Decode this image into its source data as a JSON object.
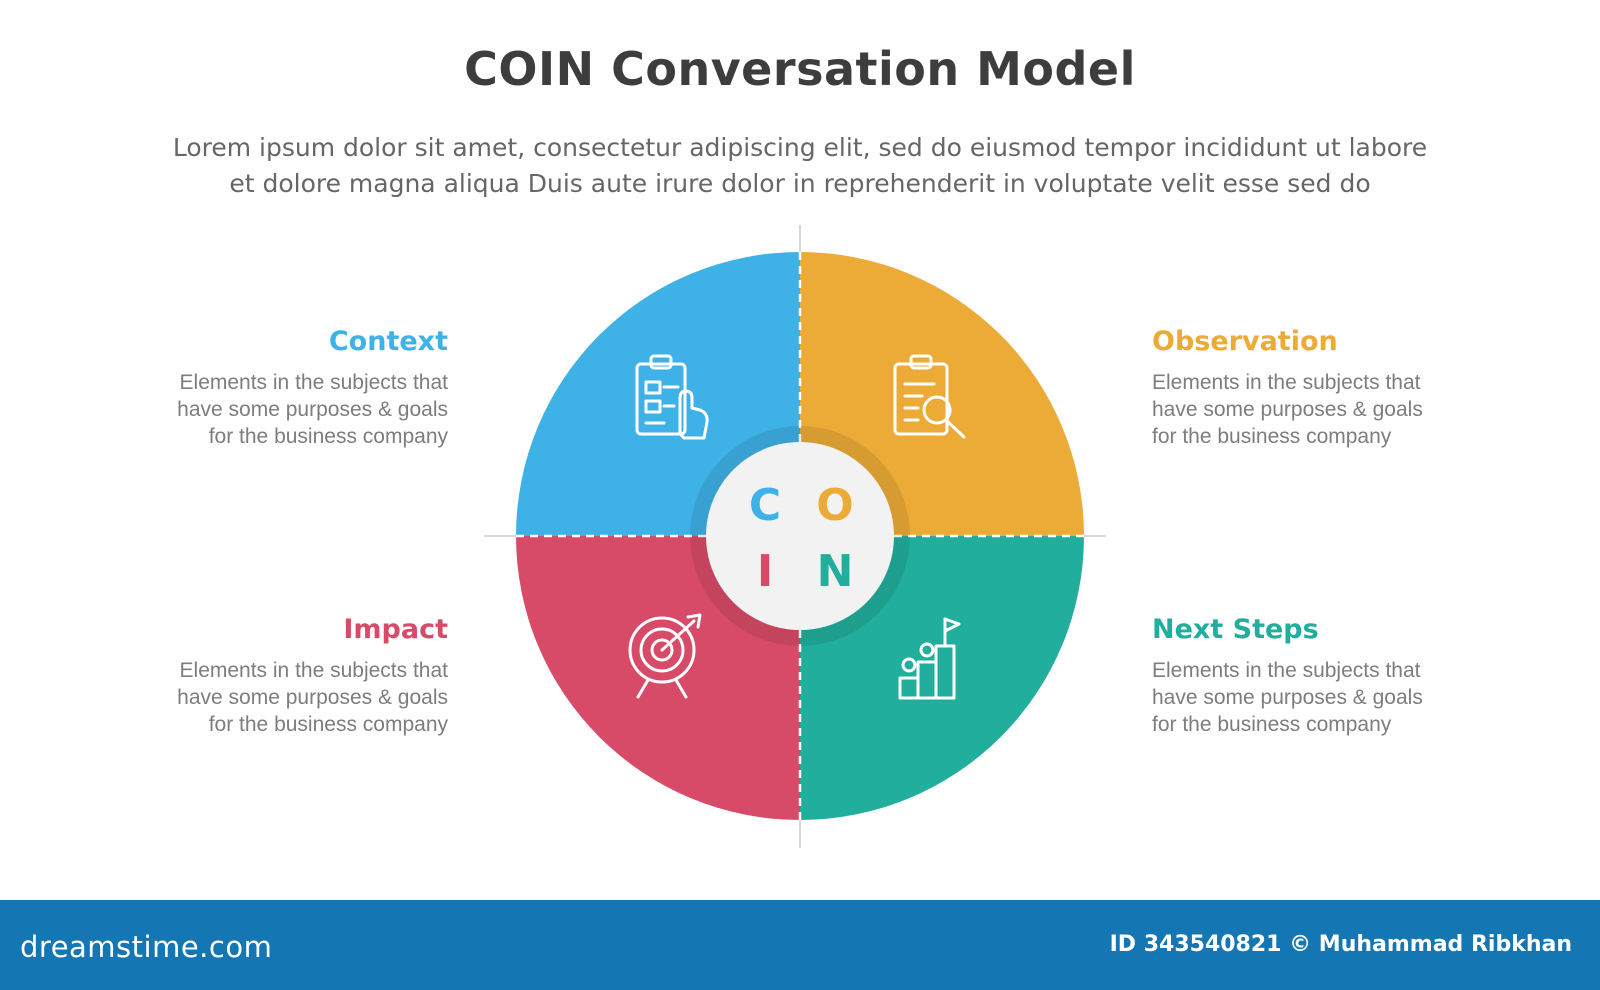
{
  "title": "COIN Conversation Model",
  "subtitle_line1": "Lorem ipsum dolor sit amet, consectetur adipiscing elit, sed do eiusmod tempor incididunt ut labore",
  "subtitle_line2": "et dolore magna aliqua Duis aute irure dolor in reprehenderit in voluptate velit esse sed do",
  "center_letters": [
    "C",
    "O",
    "I",
    "N"
  ],
  "quadrants": [
    {
      "heading": "Context",
      "body": [
        "Elements in the subjects that",
        "have  some purposes & goals",
        "for the  business company"
      ],
      "color": "#3eb1e6",
      "icon": "clipboard-hand-icon"
    },
    {
      "heading": "Observation",
      "body": [
        "Elements in the subjects that",
        "have  some purposes & goals",
        "for the  business company"
      ],
      "color": "#ecab36",
      "icon": "clipboard-search-icon"
    },
    {
      "heading": "Impact",
      "body": [
        "Elements in the subjects that",
        "have  some purposes & goals",
        "for the  business company"
      ],
      "color": "#d84b68",
      "icon": "target-arrow-icon"
    },
    {
      "heading": "Next Steps",
      "body": [
        "Elements in the subjects that",
        "have  some purposes & goals",
        "for the  business company"
      ],
      "color": "#21ae9c",
      "icon": "steps-flag-icon"
    }
  ],
  "footer": {
    "brand": "dreamstime.com",
    "credit": "ID 343540821 © Muhammad Ribkhan"
  }
}
